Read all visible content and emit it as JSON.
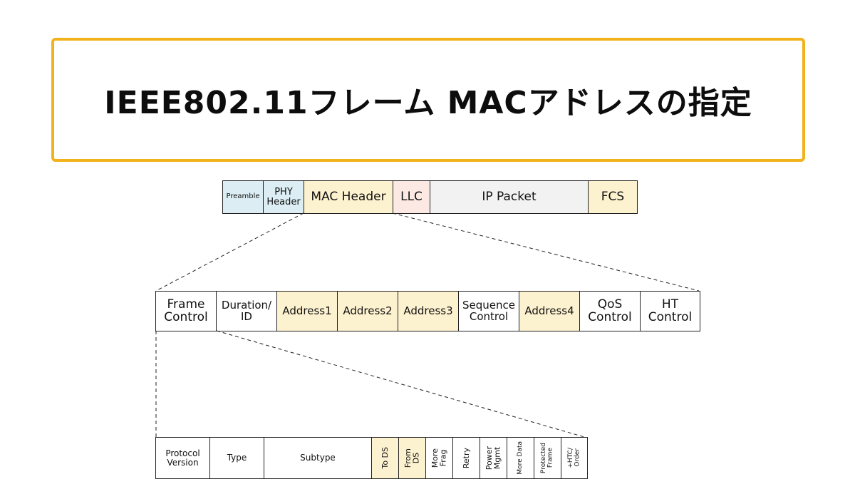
{
  "title": "IEEE802.11フレーム MACアドレスの指定",
  "frame": {
    "fields": [
      {
        "label": "Preamble"
      },
      {
        "label": "PHY\nHeader"
      },
      {
        "label": "MAC Header"
      },
      {
        "label": "LLC"
      },
      {
        "label": "IP Packet"
      },
      {
        "label": "FCS"
      }
    ]
  },
  "mac_header": {
    "fields": [
      {
        "label": "Frame\nControl"
      },
      {
        "label": "Duration/\nID"
      },
      {
        "label": "Address1"
      },
      {
        "label": "Address2"
      },
      {
        "label": "Address3"
      },
      {
        "label": "Sequence\nControl"
      },
      {
        "label": "Address4"
      },
      {
        "label": "QoS\nControl"
      },
      {
        "label": "HT\nControl"
      }
    ]
  },
  "frame_control": {
    "fields": [
      {
        "label": "Protocol\nVersion"
      },
      {
        "label": "Type"
      },
      {
        "label": "Subtype"
      },
      {
        "label": "To DS"
      },
      {
        "label": "From\nDS"
      },
      {
        "label": "More\nFrag"
      },
      {
        "label": "Retry"
      },
      {
        "label": "Power\nMgmt"
      },
      {
        "label": "More Data"
      },
      {
        "label": "Protected\nFrame"
      },
      {
        "label": "+HTC/\nOrder"
      }
    ]
  },
  "colors": {
    "title_border": "#f2b21c",
    "blue_field": "#dcedf3",
    "yellow_field": "#fdf2cf",
    "pink_field": "#fde9e4",
    "gray_field": "#f2f2f2"
  }
}
